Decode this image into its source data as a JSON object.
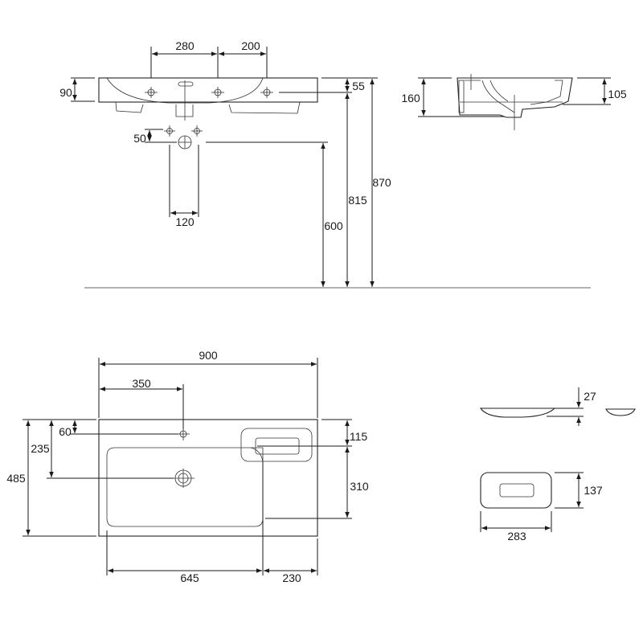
{
  "front_view": {
    "dim_tap_to_center": "280",
    "dim_center_to_right": "200",
    "dim_rim_height": "90",
    "dim_hole_offset": "55",
    "dim_total_height": "870",
    "dim_hole_height": "815",
    "dim_drain_height": "600",
    "dim_supply_offset": "50",
    "dim_pipe_width": "120"
  },
  "side_view": {
    "dim_total_depth": "160",
    "dim_bowl_depth": "105"
  },
  "plan_view": {
    "dim_total_width": "900",
    "dim_tap_from_left": "350",
    "dim_tap_from_back": "60",
    "dim_drain_from_back": "235",
    "dim_total_depth": "485",
    "dim_tray_offset": "115",
    "dim_bowl_depth": "310",
    "dim_bowl_width": "645",
    "dim_shelf_width": "230"
  },
  "tray_detail": {
    "dim_tray_height": "27",
    "dim_tray_depth": "137",
    "dim_tray_width": "283"
  }
}
